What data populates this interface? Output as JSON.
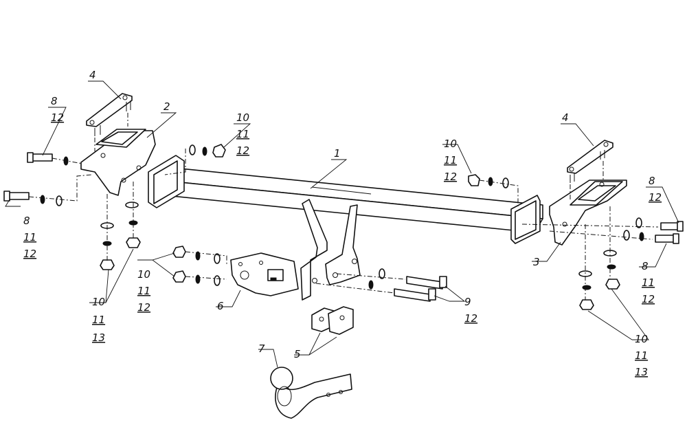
{
  "callouts": {
    "l4": "4",
    "l8a": "8",
    "l12a": "12",
    "l2": "2",
    "l10a": "10",
    "l11a": "11",
    "l12b": "12",
    "l1": "1",
    "l10b": "10",
    "l11b": "11",
    "l12c": "12",
    "l4b": "4",
    "l8b": "8",
    "l12d": "12",
    "l8c": "8",
    "l11c": "11",
    "l12e": "12",
    "l10c": "10",
    "l11d": "11",
    "l12f": "12",
    "l10d": "10",
    "l11e": "11",
    "l13a": "13",
    "l6": "6",
    "l3": "3",
    "l8d": "8",
    "l11f": "11",
    "l12g": "12",
    "l9": "9",
    "l12h": "12",
    "l7": "7",
    "l5": "5",
    "l10e": "10",
    "l11g": "11",
    "l13b": "13"
  },
  "colors": {
    "line": "#111111",
    "background": "#ffffff"
  }
}
